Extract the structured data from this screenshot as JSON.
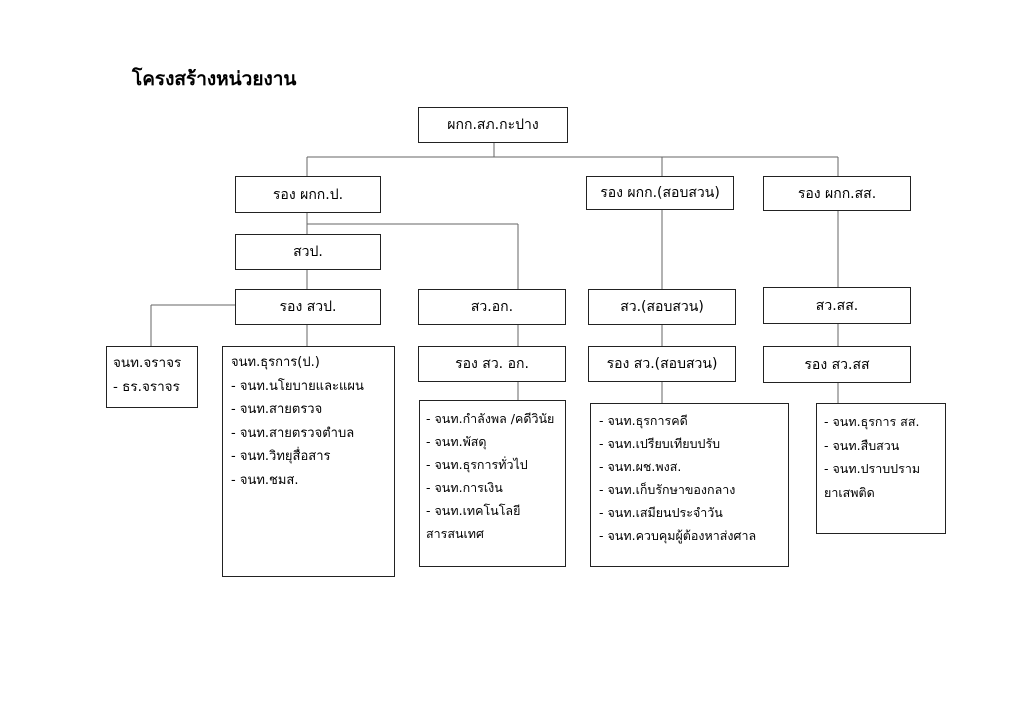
{
  "title": "โครงสร้างหน่วยงาน",
  "units": {
    "head": "ผกก.สภ.กะปาง",
    "deputy_admin": "รอง ผกก.ป.",
    "deputy_invest": "รอง ผกก.(สอบสวน)",
    "deputy_drug": "รอง ผกก.สส.",
    "sawp": "สวป.",
    "deputy_sawp": "รอง สวป.",
    "saw_ak": "สว.อก.",
    "deputy_saw_ak": "รอง สว. อก.",
    "saw_invest": "สว.(สอบสวน)",
    "deputy_saw_invest": "รอง สว.(สอบสวน)",
    "saw_ss": "สว.สส.",
    "deputy_saw_ss": "รอง สว.สส"
  },
  "lists": {
    "traffic": [
      "จนท.จราจร",
      "- ธร.จราจร"
    ],
    "admin": [
      "จนท.ธุรการ(ป.)",
      "- จนท.นโยบายและแผน",
      "- จนท.สายตรวจ",
      "- จนท.สายตรวจตำบล",
      "- จนท.วิทยุสื่อสาร",
      "- จนท.ชมส."
    ],
    "support": [
      "- จนท.กำลังพล /คดีวินัย",
      "- จนท.พัสดุ",
      "- จนท.ธุรการทั่วไป",
      "- จนท.การเงิน",
      "- จนท.เทคโนโลยี",
      "สารสนเทศ"
    ],
    "investigation": [
      "- จนท.ธุรการคดี",
      "- จนท.เปรียบเทียบปรับ",
      "- จนท.ผช.พงส.",
      "- จนท.เก็บรักษาของกลาง",
      "- จนท.เสมียนประจำวัน",
      "- จนท.ควบคุมผู้ต้องหาส่งศาล"
    ],
    "suppression": [
      "- จนท.ธุรการ สส.",
      "- จนท.สืบสวน",
      "- จนท.ปราบปราม",
      "ยาเสพติด"
    ]
  }
}
